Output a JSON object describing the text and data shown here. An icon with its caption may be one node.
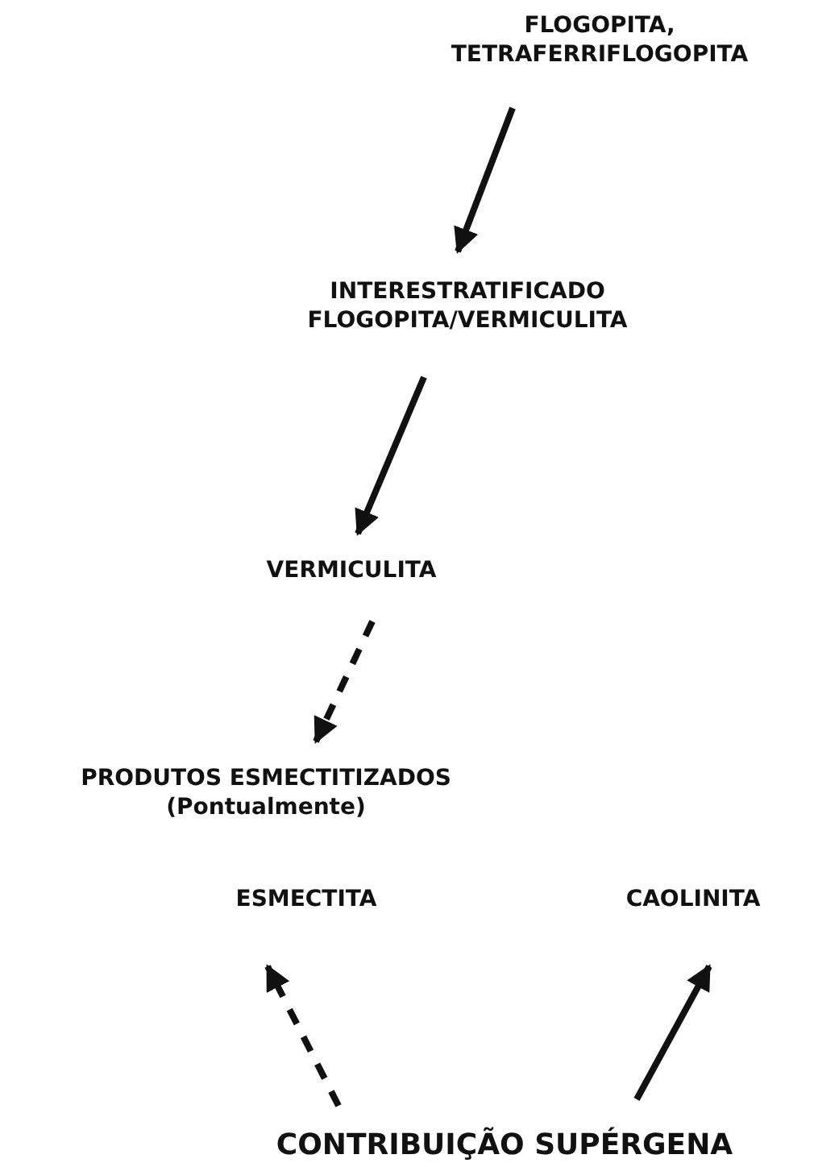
{
  "diagram": {
    "nodes": [
      {
        "text": [
          "FLOGOPITA, TETRAFERRIFLOGOPITA"
        ]
      },
      {
        "text": [
          "INTERESTRATIFICADO FLOGOPITA/VERMICULITA"
        ]
      },
      {
        "text": [
          "VERMICULITA"
        ]
      },
      {
        "text": [
          "PRODUTOS ESMECTITIZADOS",
          "(Pontualmente)"
        ]
      },
      {
        "text": [
          "ESMECTITA"
        ]
      },
      {
        "text": [
          "CAOLINITA"
        ]
      },
      {
        "text": [
          "CONTRIBUIÇÃO SUPÉRGENA"
        ]
      }
    ],
    "edges": [
      {
        "from": 0,
        "to": 1,
        "arrow": "to"
      },
      {
        "from": 1,
        "to": 2,
        "arrow": "to"
      },
      {
        "from": 2,
        "to": 3,
        "arrow": "to",
        "style": "dashed"
      },
      {
        "from": 6,
        "to": 4,
        "arrow": "to",
        "style": "dashed"
      },
      {
        "from": 6,
        "to": 5,
        "arrow": "to"
      }
    ]
  }
}
